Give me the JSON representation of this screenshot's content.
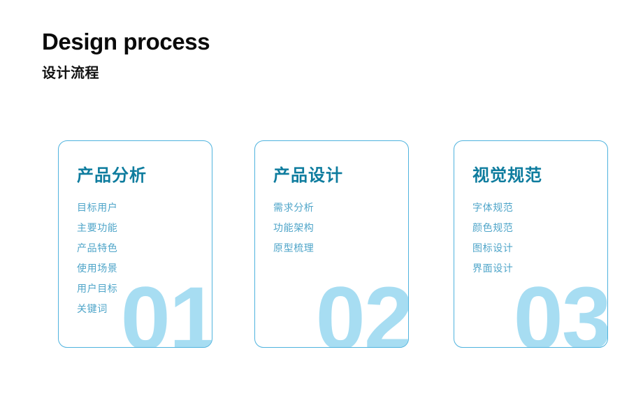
{
  "header": {
    "title": "Design process",
    "subtitle": "设计流程"
  },
  "theme": {
    "background": "#ffffff",
    "card_border": "#4FB3DE",
    "card_title_color": "#0E7C9E",
    "list_item_color": "#4FA5C9",
    "watermark_color": "#A7DDF2",
    "title_color": "#0a0a0a"
  },
  "cards": [
    {
      "number": "01",
      "title": "产品分析",
      "items": [
        "目标用户",
        "主要功能",
        "产品特色",
        "使用场景",
        "用户目标",
        "关键词"
      ]
    },
    {
      "number": "02",
      "title": "产品设计",
      "items": [
        "需求分析",
        "功能架构",
        "原型梳理"
      ]
    },
    {
      "number": "03",
      "title": "视觉规范",
      "items": [
        "字体规范",
        "颜色规范",
        "图标设计",
        "界面设计"
      ]
    }
  ]
}
